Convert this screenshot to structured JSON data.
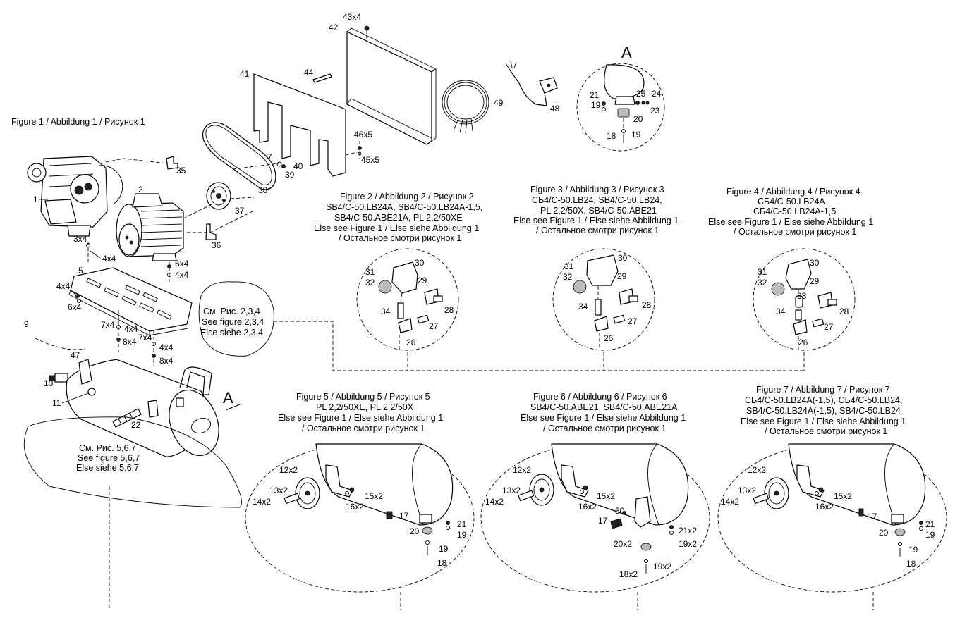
{
  "figures": {
    "fig1": "Figure 1 / Abbildung 1 / Рисунок 1",
    "fig2": [
      "Figure 2 / Abbildung 2 / Рисунок 2",
      "SB4/C-50.LB24A, SB4/C-50.LB24A-1,5,",
      "SB4/C-50.ABE21A, PL 2,2/50XE",
      "Else see Figure 1 / Else siehe Abbildung 1",
      "/ Остальное смотри рисунок 1"
    ],
    "fig3": [
      "Figure 3 / Abbildung 3 / Рисунок 3",
      "СБ4/С-50.LB24, SB4/C-50.LB24,",
      "PL 2,2/50X, SB4/C-50.ABE21",
      "Else see Figure 1 / Else siehe Abbildung 1",
      "/ Остальное смотри рисунок 1"
    ],
    "fig4": [
      "Figure 4 / Abbildung 4 / Рисунок 4",
      "СБ4/С-50.LB24A",
      "СБ4/С-50.LB24A-1,5",
      "Else see Figure 1 / Else siehe Abbildung 1",
      "/ Остальное смотри рисунок 1"
    ],
    "fig5": [
      "Figure 5 / Abbildung 5 / Рисунок 5",
      "PL 2,2/50XE, PL 2,2/50X",
      "Else see Figure 1 / Else siehe Abbildung 1",
      "/ Остальное смотри рисунок 1"
    ],
    "fig6": [
      "Figure 6 / Abbildung 6 / Рисунок 6",
      "SB4/C-50.ABE21, SB4/C-50.ABE21A",
      "Else see Figure 1 / Else siehe Abbildung 1",
      "/ Остальное смотри рисунок 1"
    ],
    "fig7": [
      "Figure  7 / Abbildung 7 / Рисунок 7",
      "СБ4/С-50.LB24A(-1,5), СБ4/С-50.LB24,",
      "SB4/C-50.LB24A(-1,5), SB4/C-50.LB24",
      "Else see Figure 1 / Else siehe Abbildung 1",
      "/ Остальное смотри рисунок 1"
    ]
  },
  "callouts": {
    "see234": [
      "См. Рис. 2,3,4",
      "See figure 2,3,4",
      "Else siehe 2,3,4"
    ],
    "see567": [
      "См. Рис. 5,6,7",
      "See figure 5,6,7",
      "Else siehe 5,6,7"
    ]
  },
  "detail_marker": "A",
  "labels": {
    "l1": "1",
    "l2": "2",
    "l3x4": "3x4",
    "l4x4a": "4x4",
    "l5": "5",
    "l4x4b": "4x4",
    "l6x4a": "6x4",
    "l7x4a": "7x4",
    "l4x4c": "4x4",
    "l8x4a": "8x4",
    "l7x4b": "7x4",
    "l4x4d": "4x4",
    "l8x4b": "8x4",
    "l9": "9",
    "l47": "47",
    "l10": "10",
    "l11": "11",
    "l22": "22",
    "l6x4b": "6x4",
    "l4x4e": "4x4",
    "l35": "35",
    "l36": "36",
    "l37": "37",
    "l38": "38",
    "l7": "7",
    "l39": "39",
    "l40": "40",
    "l41": "41",
    "l42": "42",
    "l43x4": "43x4",
    "l44": "44",
    "l45x5": "45x5",
    "l46x5": "46x5",
    "l48": "48",
    "l49": "49",
    "a21": "21",
    "a19a": "19",
    "a25": "25",
    "a24": "24",
    "a23": "23",
    "a20": "20",
    "a18": "18",
    "a19b": "19",
    "f2_31": "31",
    "f2_32": "32",
    "f2_30": "30",
    "f2_29": "29",
    "f2_34": "34",
    "f2_28": "28",
    "f2_27": "27",
    "f2_26": "26",
    "f3_31": "31",
    "f3_32": "32",
    "f3_30": "30",
    "f3_29": "29",
    "f3_34": "34",
    "f3_28": "28",
    "f3_27": "27",
    "f3_26": "26",
    "f4_31": "31",
    "f4_32": "32",
    "f4_30": "30",
    "f4_29": "29",
    "f4_33": "33",
    "f4_34": "34",
    "f4_28": "28",
    "f4_27": "27",
    "f4_26": "26",
    "f5_12": "12x2",
    "f5_13": "13x2",
    "f5_14": "14x2",
    "f5_15": "15x2",
    "f5_16": "16x2",
    "f5_17": "17",
    "f5_21": "21",
    "f5_19a": "19",
    "f5_20": "20",
    "f5_19b": "19",
    "f5_18": "18",
    "f6_12": "12x2",
    "f6_13": "13x2",
    "f6_14": "14x2",
    "f6_15": "15x2",
    "f6_16": "16x2",
    "f6_50": "50",
    "f6_17": "17",
    "f6_21": "21x2",
    "f6_19a": "19x2",
    "f6_20": "20x2",
    "f6_18": "18x2",
    "f6_19b": "19x2",
    "f7_12": "12x2",
    "f7_13": "13x2",
    "f7_14": "14x2",
    "f7_15": "15x2",
    "f7_16": "16x2",
    "f7_17": "17",
    "f7_21": "21",
    "f7_19a": "19",
    "f7_20": "20",
    "f7_19b": "19",
    "f7_18": "18"
  }
}
